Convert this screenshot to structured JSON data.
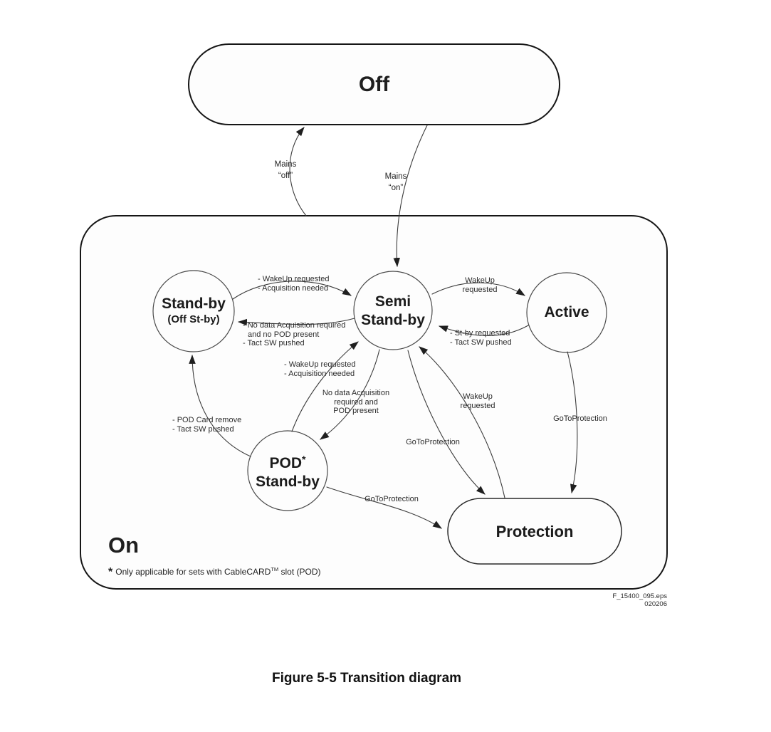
{
  "colors": {
    "ink": "#1b1b1b",
    "edge_line": "#3c3c3c",
    "node_fill": "#fdfdfd",
    "background": "#ffffff"
  },
  "nodes": {
    "off": {
      "label": "Off"
    },
    "on": {
      "label": "On"
    },
    "standby": {
      "lines": [
        "Stand-by",
        "(Off St-by)"
      ]
    },
    "semi_standby": {
      "lines": [
        "Semi",
        "Stand-by"
      ]
    },
    "active": {
      "label": "Active"
    },
    "pod_standby": {
      "name": "POD",
      "sup": "*",
      "line2": "Stand-by"
    },
    "protection": {
      "label": "Protection"
    }
  },
  "edges": {
    "mains_off": {
      "lines": [
        "Mains",
        "“off”"
      ]
    },
    "mains_on": {
      "lines": [
        "Mains",
        "“on”"
      ]
    },
    "standby_to_semi": {
      "lines": [
        "- WakeUp requested",
        "- Acquisition needed"
      ]
    },
    "semi_to_standby": {
      "lines": [
        "- No data Acquisition required",
        "and no POD present",
        "- Tact SW pushed"
      ]
    },
    "semi_to_active": {
      "lines": [
        "WakeUp",
        "requested"
      ]
    },
    "active_to_semi": {
      "lines": [
        "- St-by requested",
        "- Tact SW pushed"
      ]
    },
    "pod_to_semi": {
      "lines": [
        "- WakeUp requested",
        "- Acquisition needed"
      ]
    },
    "semi_to_pod": {
      "lines": [
        "No data Acquisition",
        "required and",
        "POD present"
      ]
    },
    "pod_to_standby": {
      "lines": [
        "- POD Card remove",
        "- Tact SW pushed"
      ]
    },
    "semi_to_protection": {
      "label": "GoToProtection"
    },
    "protection_to_semi": {
      "lines": [
        "WakeUp",
        "requested"
      ]
    },
    "active_to_protection": {
      "label": "GoToProtection"
    },
    "pod_to_protection": {
      "label": "GoToProtection"
    }
  },
  "footnote": {
    "star": "*",
    "text": "Only applicable for sets with CableCARD",
    "sup": "TM",
    "suffix": " slot (POD)"
  },
  "file_ref": {
    "lines": [
      "F_15400_095.eps",
      "020206"
    ]
  },
  "caption": "Figure 5-5 Transition diagram"
}
